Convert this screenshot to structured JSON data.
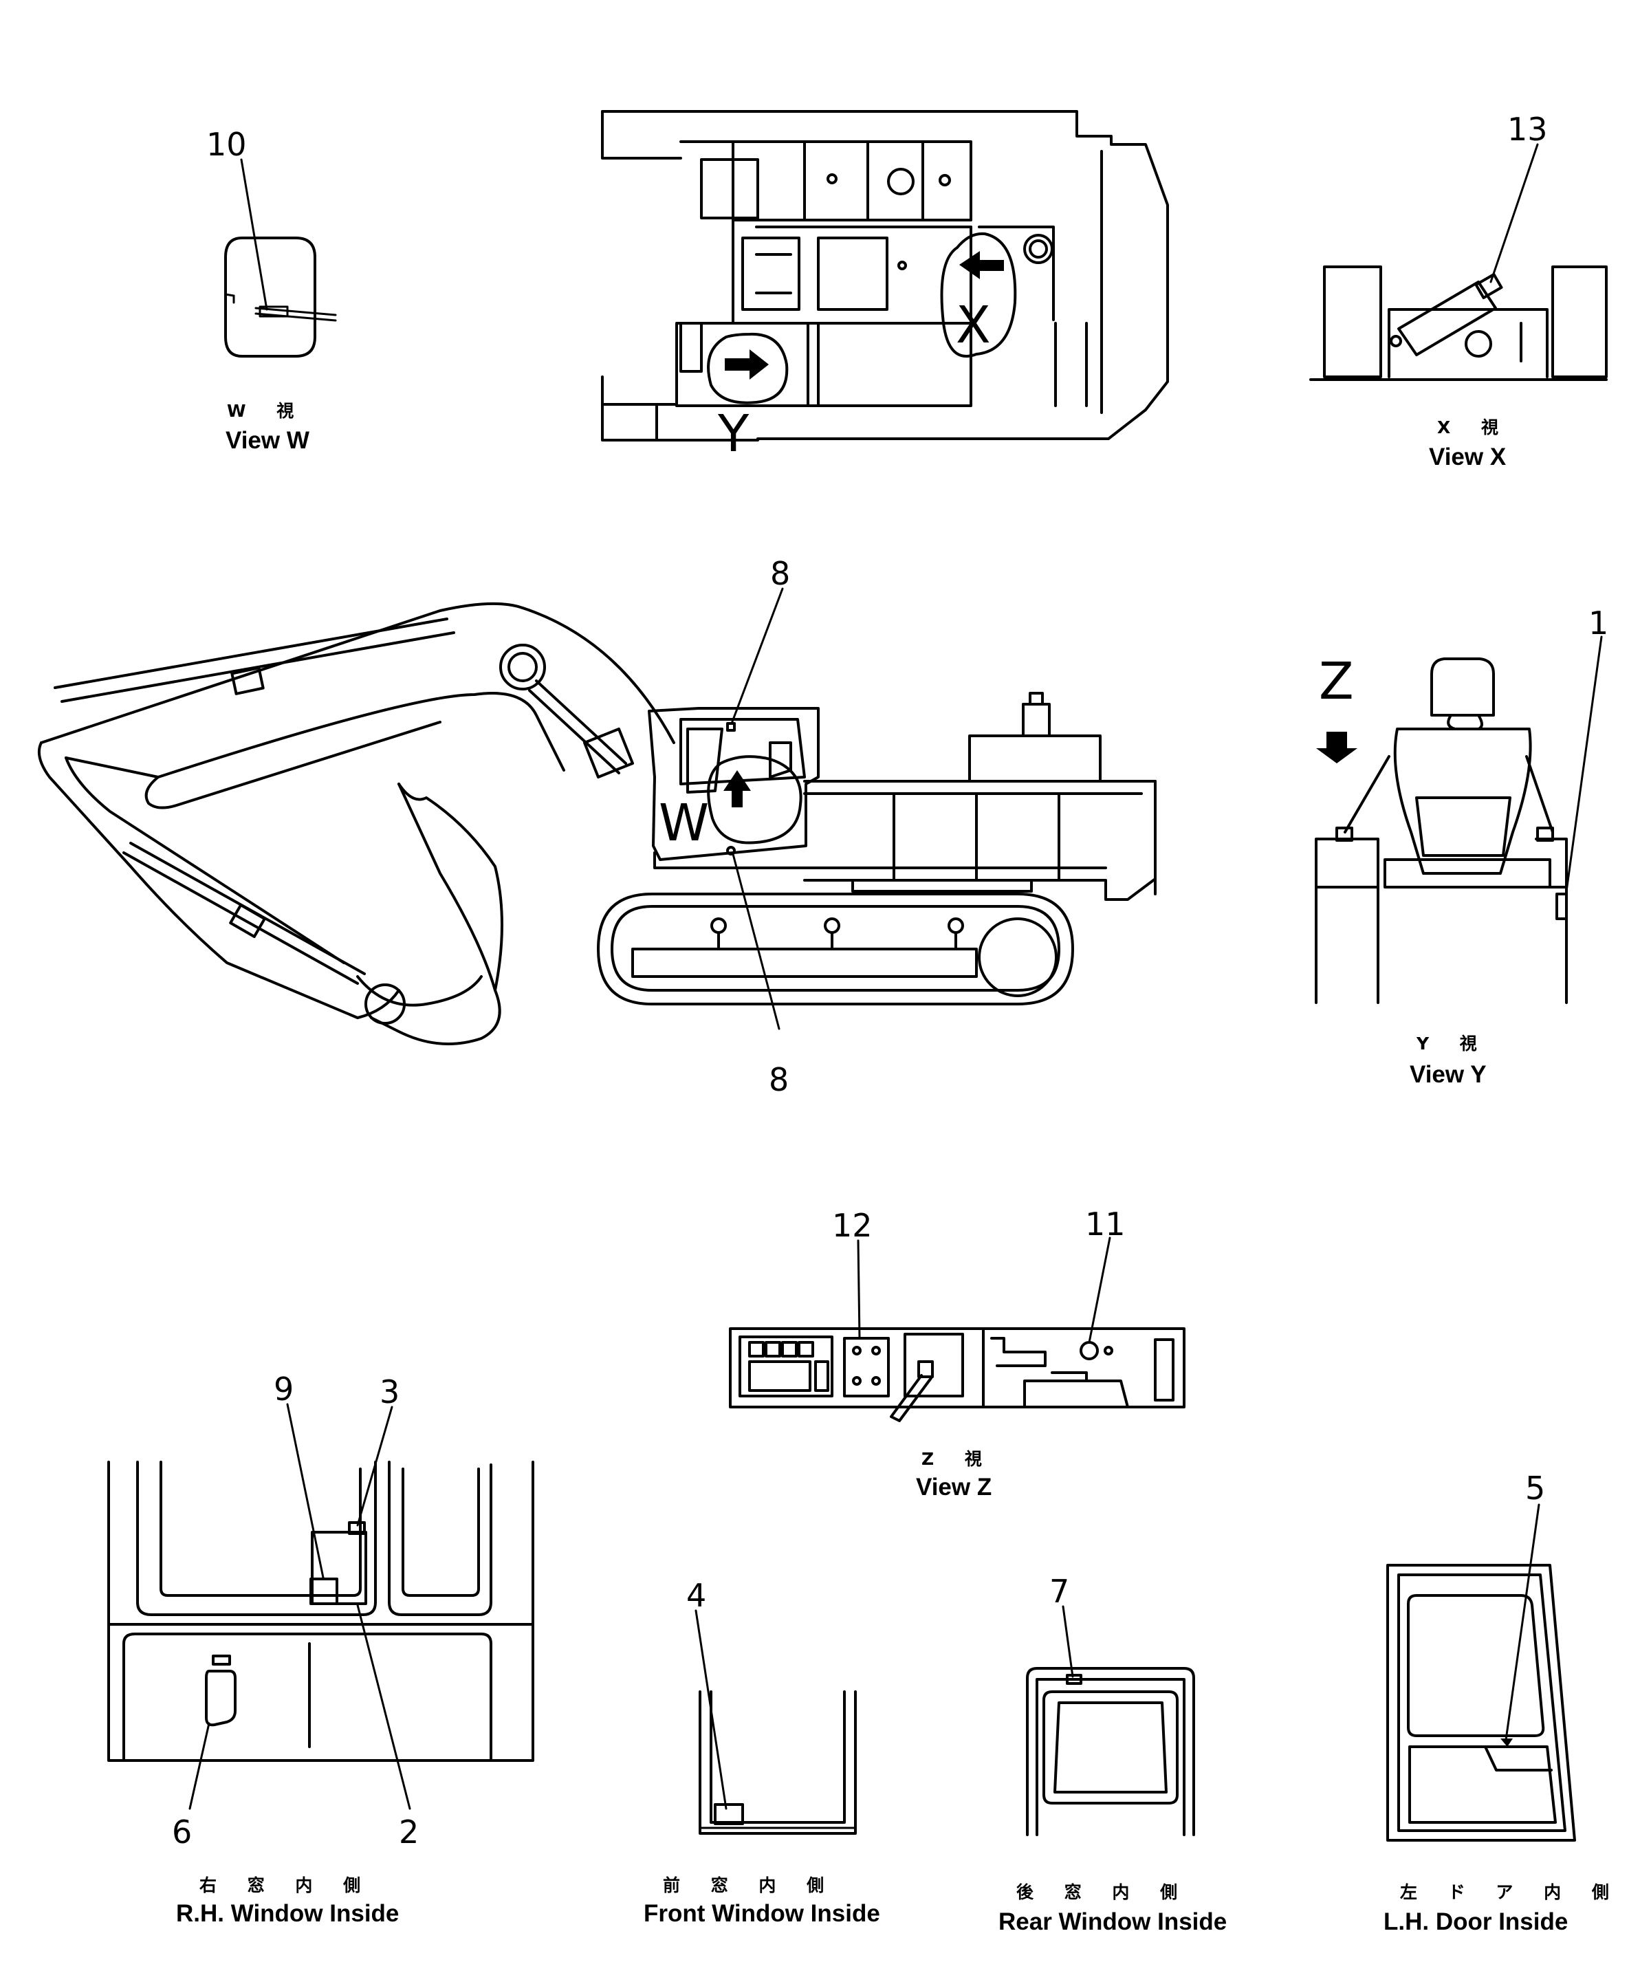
{
  "views": {
    "view_w": {
      "jp": "W 視",
      "en": "View W"
    },
    "view_x": {
      "jp": "X 視",
      "en": "View X"
    },
    "view_y": {
      "jp": "Y 視",
      "en": "View Y"
    },
    "view_z": {
      "jp": "Z 視",
      "en": "View Z"
    },
    "rh_window": {
      "jp": "右 窓 内 側",
      "en": "R.H. Window Inside"
    },
    "front_window": {
      "jp": "前 窓 内 側",
      "en": "Front Window Inside"
    },
    "rear_window": {
      "jp": "後 窓 内 側",
      "en": "Rear Window Inside"
    },
    "lh_door": {
      "jp": "左 ド ア 内 側",
      "en": "L.H. Door Inside"
    }
  },
  "view_letters": {
    "w": "W",
    "x": "X",
    "y": "Y",
    "z": "Z"
  },
  "callouts": {
    "c1": "1",
    "c2": "2",
    "c3": "3",
    "c4": "4",
    "c5": "5",
    "c6": "6",
    "c7": "7",
    "c8a": "8",
    "c8b": "8",
    "c9": "9",
    "c10": "10",
    "c11": "11",
    "c12": "12",
    "c13": "13"
  }
}
